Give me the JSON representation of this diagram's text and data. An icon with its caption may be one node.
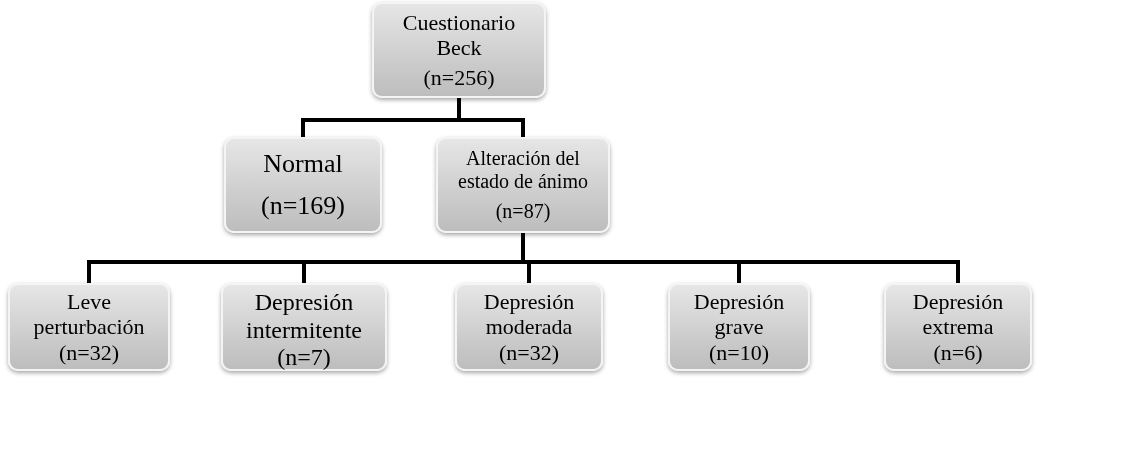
{
  "diagram": {
    "nodes": [
      {
        "text": [
          "Cuestionario Beck",
          "(n=256)"
        ]
      },
      {
        "text": [
          "Normal",
          "(n=169)"
        ]
      },
      {
        "text": [
          "Alteración del estado de ánimo",
          "(n=87)"
        ]
      },
      {
        "text": [
          "Leve perturbación",
          "(n=32)"
        ]
      },
      {
        "text": [
          "Depresión intermitente",
          "(n=7)"
        ]
      },
      {
        "text": [
          "Depresión moderada",
          "(n=32)"
        ]
      },
      {
        "text": [
          "Depresión grave",
          "(n=10)"
        ]
      },
      {
        "text": [
          "Depresión extrema",
          "(n=6)"
        ]
      }
    ],
    "edges": [
      {
        "from": 0,
        "to": 1,
        "arrow": "none"
      },
      {
        "from": 0,
        "to": 2,
        "arrow": "none"
      },
      {
        "from": 2,
        "to": 3,
        "arrow": "none"
      },
      {
        "from": 2,
        "to": 4,
        "arrow": "none"
      },
      {
        "from": 2,
        "to": 5,
        "arrow": "none"
      },
      {
        "from": 2,
        "to": 6,
        "arrow": "none"
      },
      {
        "from": 2,
        "to": 7,
        "arrow": "none"
      }
    ]
  }
}
